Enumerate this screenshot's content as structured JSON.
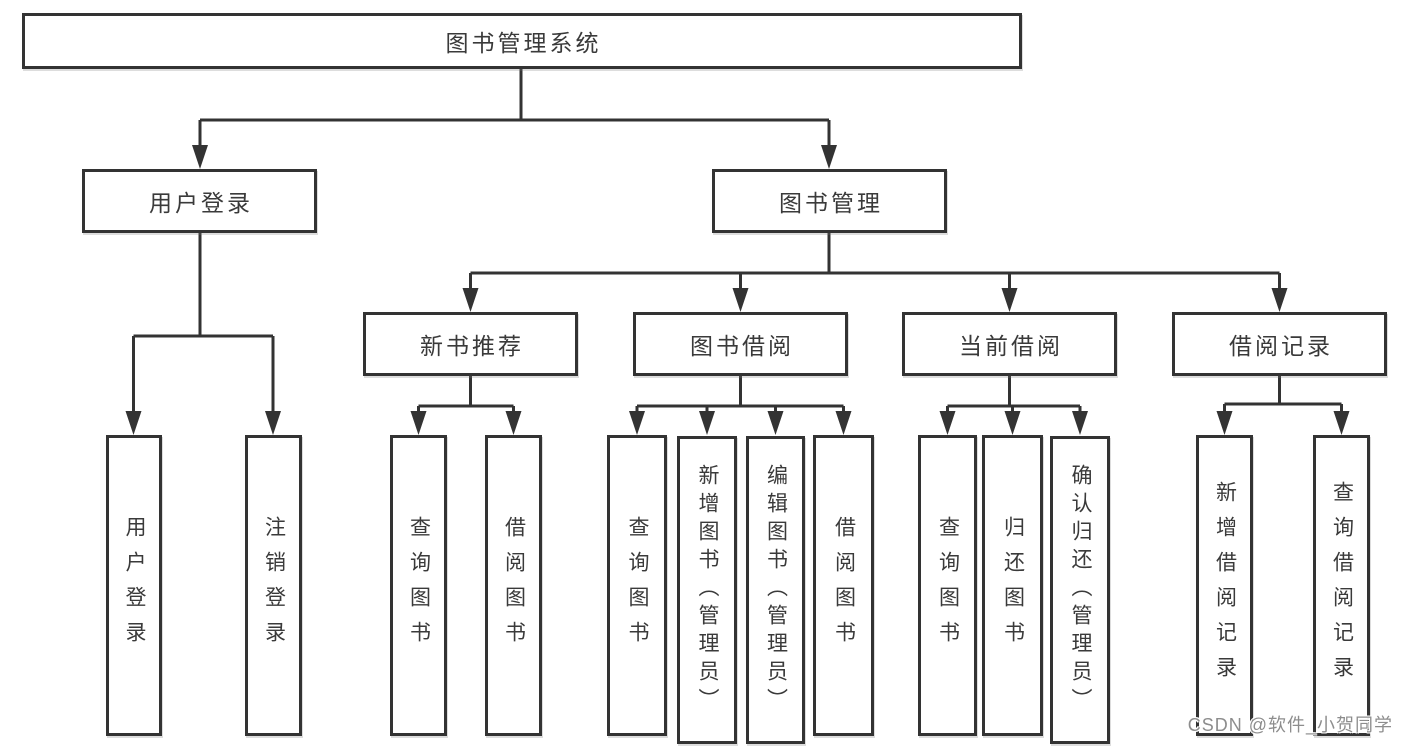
{
  "tree": {
    "label": "图书管理系统",
    "children": [
      {
        "label": "用户登录",
        "children": [
          {
            "label": "用户登录"
          },
          {
            "label": "注销登录"
          }
        ]
      },
      {
        "label": "图书管理",
        "children": [
          {
            "label": "新书推荐",
            "children": [
              {
                "label": "查询图书"
              },
              {
                "label": "借阅图书"
              }
            ]
          },
          {
            "label": "图书借阅",
            "children": [
              {
                "label": "查询图书"
              },
              {
                "label": "新增图书（管理员）"
              },
              {
                "label": "编辑图书（管理员）"
              },
              {
                "label": "借阅图书"
              }
            ]
          },
          {
            "label": "当前借阅",
            "children": [
              {
                "label": "查询图书"
              },
              {
                "label": "归还图书"
              },
              {
                "label": "确认归还（管理员）"
              }
            ]
          },
          {
            "label": "借阅记录",
            "children": [
              {
                "label": "新增借阅记录"
              },
              {
                "label": "查询借阅记录"
              }
            ]
          }
        ]
      }
    ]
  },
  "watermark": {
    "text": "CSDN @软件_小贺同学"
  },
  "colors": {
    "line": "#333333",
    "box_border": "#333333",
    "text": "#3a3a3a",
    "watermark": "#8d8d8d",
    "background": "#ffffff"
  }
}
